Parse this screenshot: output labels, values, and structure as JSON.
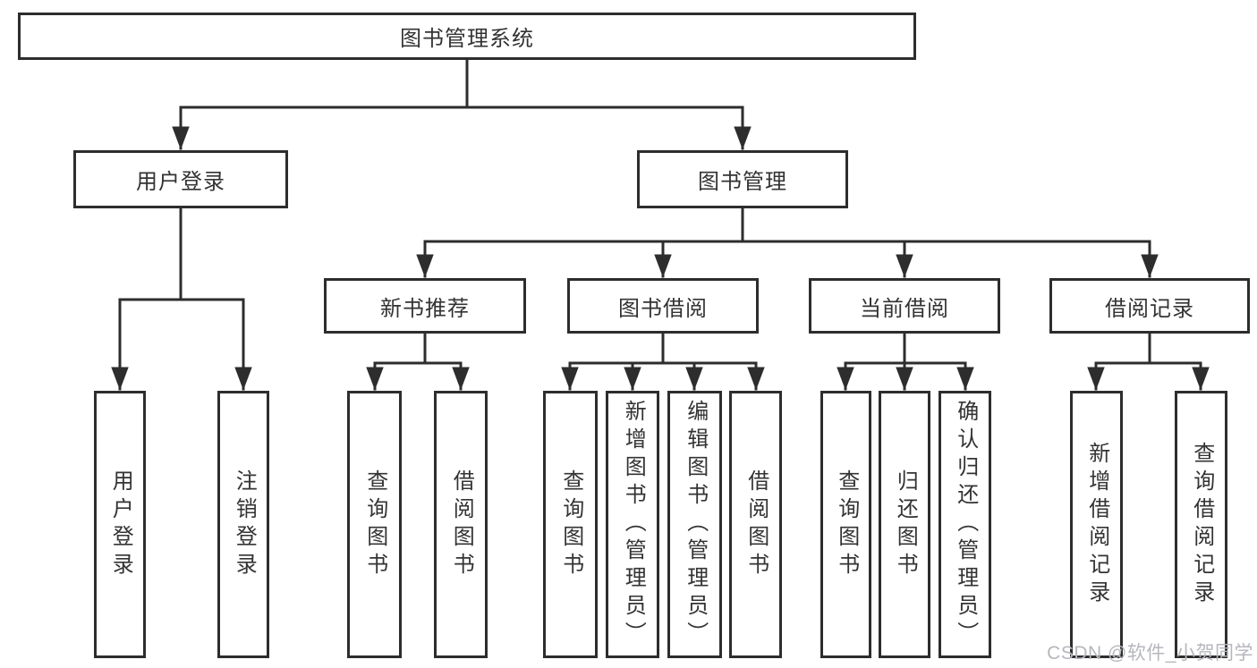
{
  "diagram": {
    "root": {
      "label": "图书管理系统"
    },
    "branches": [
      {
        "label": "用户登录",
        "children": [
          {
            "label": "用户登录"
          },
          {
            "label": "注销登录"
          }
        ]
      },
      {
        "label": "图书管理",
        "children": [
          {
            "label": "新书推荐",
            "children": [
              {
                "label": "查询图书"
              },
              {
                "label": "借阅图书"
              }
            ]
          },
          {
            "label": "图书借阅",
            "children": [
              {
                "label": "查询图书"
              },
              {
                "label": "新增图书（管理员）"
              },
              {
                "label": "编辑图书（管理员）"
              },
              {
                "label": "借阅图书"
              }
            ]
          },
          {
            "label": "当前借阅",
            "children": [
              {
                "label": "查询图书"
              },
              {
                "label": "归还图书"
              },
              {
                "label": "确认归还（管理员）"
              }
            ]
          },
          {
            "label": "借阅记录",
            "children": [
              {
                "label": "新增借阅记录"
              },
              {
                "label": "查询借阅记录"
              }
            ]
          }
        ]
      }
    ]
  },
  "watermark": {
    "text": "CSDN @软件_小贺同学"
  },
  "colors": {
    "line": "#2d2d2d",
    "box_border": "#2d2d2d",
    "box_fill": "#ffffff",
    "text": "#333333",
    "watermark": "#b5b7bd",
    "background": "#ffffff"
  }
}
